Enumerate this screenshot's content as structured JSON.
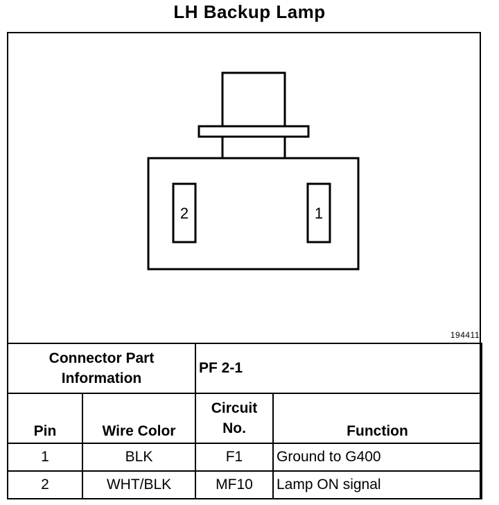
{
  "title": "LH Backup Lamp",
  "figure_id": "194411",
  "pins": [
    {
      "label": "2"
    },
    {
      "label": "1"
    }
  ],
  "connector_info": {
    "label_line1": "Connector Part",
    "label_line2": "Information",
    "value": "PF 2-1"
  },
  "columns": {
    "pin": "Pin",
    "wire_color": "Wire Color",
    "circuit_line1": "Circuit",
    "circuit_line2": "No.",
    "function": "Function"
  },
  "rows": [
    {
      "pin": "1",
      "wire_color": "BLK",
      "circuit": "F1",
      "function": "Ground to G400"
    },
    {
      "pin": "2",
      "wire_color": "WHT/BLK",
      "circuit": "MF10",
      "function": "Lamp ON signal"
    }
  ]
}
